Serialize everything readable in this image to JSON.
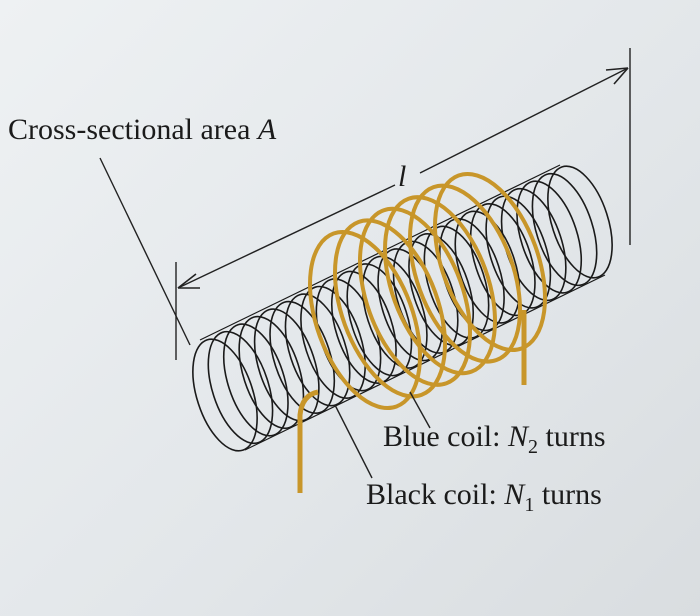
{
  "labels": {
    "area_text": "Cross-sectional area ",
    "area_symbol": "A",
    "length_symbol": "l",
    "blue_prefix": "Blue coil: ",
    "blue_symbol": "N",
    "blue_sub": "2",
    "blue_suffix": " turns",
    "black_prefix": "Black coil: ",
    "black_symbol": "N",
    "black_sub": "1",
    "black_suffix": " turns"
  },
  "colors": {
    "black_wire": "#1a1a1a",
    "blue_coil_wire": "#c8962a",
    "leader_line": "#222222"
  },
  "black_coil": {
    "visible_turns": 24
  },
  "blue_coil": {
    "visible_turns": 6
  }
}
